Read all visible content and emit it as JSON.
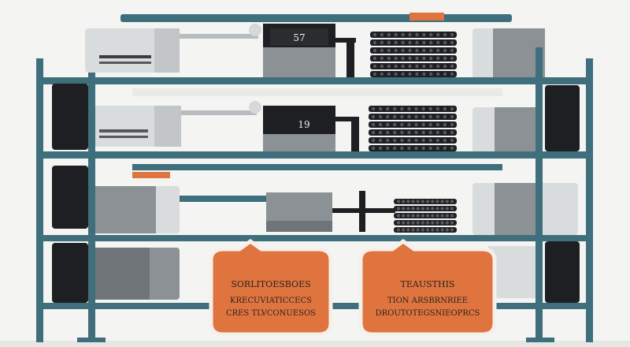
{
  "colors": {
    "background": "#f4f4f2",
    "rack_frame": "#3f6f7c",
    "accent_orange": "#e0743f",
    "label_fill": "#e0743f",
    "label_border": "#f6f0ea",
    "dark_unit": "#1e1f22",
    "gray_unit": "#8c9195",
    "light_unit": "#d9dcdd"
  },
  "units": {
    "top_box_label": "57",
    "middle_box_label": "19"
  },
  "labels": {
    "left": {
      "line1": "SORLITOESBOES",
      "line2": "KRECUVIATICCECS",
      "line3": "CRES TLVCONUESOS"
    },
    "right": {
      "line1": "TEAUSTHIS",
      "line2": "TION ARSBRNRIEE",
      "line3": "DROUTOTEGSNIEOPRCS"
    }
  }
}
